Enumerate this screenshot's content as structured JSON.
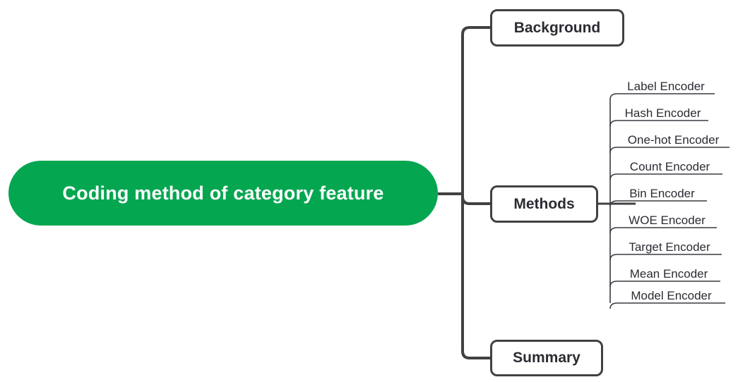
{
  "diagram": {
    "type": "mind-map",
    "title": "Coding method of category feature",
    "orientation": "left-to-right",
    "colors": {
      "root_fill": "#05a650",
      "root_text": "#ffffff",
      "node_border": "#414141",
      "node_text": "#2b2b33",
      "leaf_line": "#414141",
      "background": "#ffffff"
    }
  },
  "root": {
    "label": "Coding method of category feature"
  },
  "branches": [
    {
      "id": "background",
      "label": "Background",
      "children": []
    },
    {
      "id": "methods",
      "label": "Methods",
      "children": [
        {
          "label": "Label Encoder"
        },
        {
          "label": "Hash Encoder"
        },
        {
          "label": "One-hot Encoder"
        },
        {
          "label": "Count Encoder"
        },
        {
          "label": "Bin Encoder"
        },
        {
          "label": "WOE Encoder"
        },
        {
          "label": "Target Encoder"
        },
        {
          "label": "Mean Encoder"
        },
        {
          "label": "Model Encoder"
        }
      ]
    },
    {
      "id": "summary",
      "label": "Summary",
      "children": []
    }
  ]
}
